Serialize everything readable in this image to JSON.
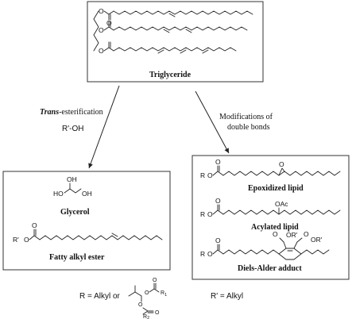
{
  "triglyceride": {
    "name": "Triglyceride",
    "atoms": {
      "o": "O"
    }
  },
  "transesterification": {
    "italic": "Trans",
    "rest": "-esterification",
    "reagent": "R'-OH"
  },
  "modifications": {
    "line1": "Modifications of",
    "line2": "double bonds"
  },
  "left_box": {
    "glycerol": "Glycerol",
    "fatty_ester": "Fatty alkyl ester",
    "atoms": {
      "ho": "HO",
      "oh": "OH",
      "r_prime": "R'",
      "o": "O"
    }
  },
  "right_box": {
    "epoxidized": "Epoxidized lipid",
    "acylated": "Acylated lipid",
    "diels_alder": "Diels-Alder adduct",
    "atoms": {
      "r": "R",
      "o": "O",
      "oac": "OAc",
      "or_prime": "OR'"
    }
  },
  "footnote": {
    "r_def": "R = Alkyl or",
    "r1": "R",
    "r1_sub": "1",
    "r2": "R",
    "r2_sub": "2",
    "o": "O",
    "r_prime_def": "R' = Alkyl"
  }
}
